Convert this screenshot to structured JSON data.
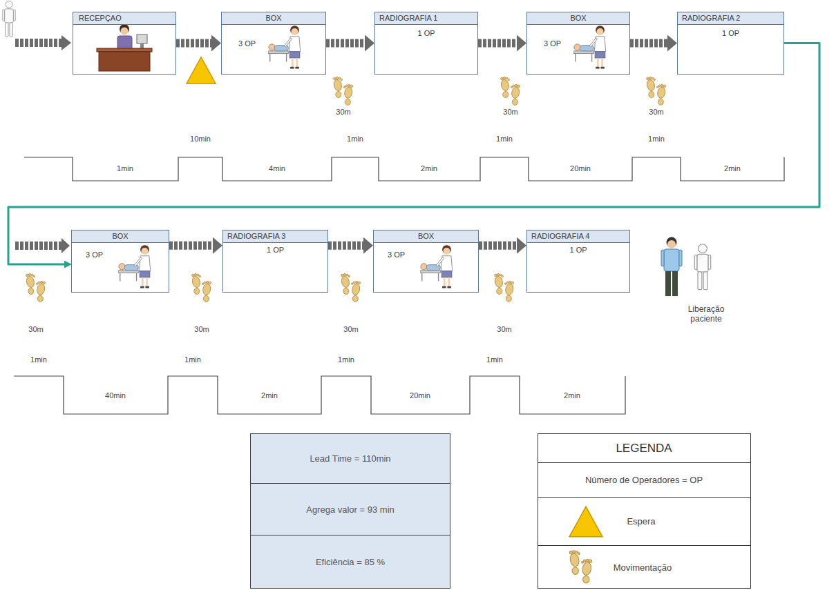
{
  "diagram": {
    "nodes": [
      {
        "text": [
          "RECEPÇAO"
        ]
      },
      {
        "text": [
          "BOX",
          "3 OP"
        ]
      },
      {
        "text": [
          "RADIOGRAFIA 1",
          "1 OP"
        ]
      },
      {
        "text": [
          "BOX",
          "3 OP"
        ]
      },
      {
        "text": [
          "RADIOGRAFIA 2",
          "1 OP"
        ]
      },
      {
        "text": [
          "BOX",
          "3 OP"
        ]
      },
      {
        "text": [
          "RADIOGRAFIA 3",
          "1 OP"
        ]
      },
      {
        "text": [
          "BOX",
          "3 OP"
        ]
      },
      {
        "text": [
          "RADIOGRAFIA 4",
          "1 OP"
        ]
      },
      {
        "text": [
          "Lead Time = 110min"
        ]
      },
      {
        "text": [
          "Agrega valor = 93 min"
        ]
      },
      {
        "text": [
          "Eficiência = 85 %"
        ]
      }
    ],
    "edges": [
      {
        "from": 0,
        "to": 1,
        "arrow": "to"
      },
      {
        "from": 1,
        "to": 2,
        "arrow": "to"
      },
      {
        "from": 2,
        "to": 3,
        "arrow": "to"
      },
      {
        "from": 3,
        "to": 4,
        "arrow": "to"
      },
      {
        "from": 4,
        "to": 5,
        "arrow": "to"
      },
      {
        "from": 5,
        "to": 6,
        "arrow": "to"
      },
      {
        "from": 6,
        "to": 7,
        "arrow": "to"
      },
      {
        "from": 7,
        "to": 8,
        "arrow": "to"
      }
    ],
    "labels": [
      "30m",
      "30m",
      "30m",
      "10min",
      "1min",
      "1min",
      "1min",
      "1min",
      "4min",
      "2min",
      "20min",
      "2min",
      "30m",
      "30m",
      "30m",
      "30m",
      "Liberação paciente",
      "1min",
      "1min",
      "1min",
      "1min",
      "40min",
      "2min",
      "20min",
      "2min",
      "LEGENDA"
    ],
    "legend": [
      {
        "text": "Número de Operadores = OP"
      },
      {
        "text": "Espera"
      },
      {
        "text": "Movimentação"
      }
    ]
  }
}
